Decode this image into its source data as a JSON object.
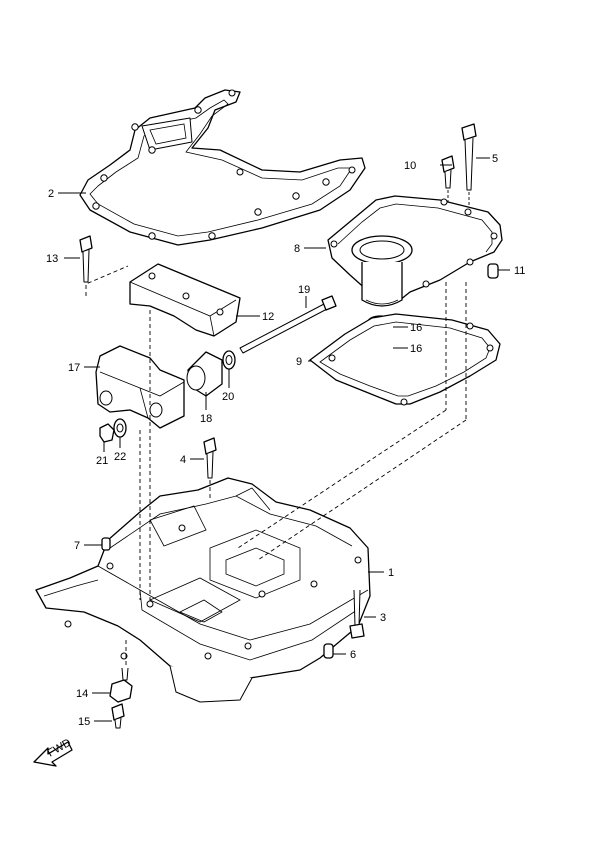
{
  "callouts": [
    {
      "id": "1",
      "text": "1"
    },
    {
      "id": "2",
      "text": "2"
    },
    {
      "id": "3",
      "text": "3"
    },
    {
      "id": "4",
      "text": "4"
    },
    {
      "id": "5",
      "text": "5"
    },
    {
      "id": "6",
      "text": "6"
    },
    {
      "id": "7",
      "text": "7"
    },
    {
      "id": "8",
      "text": "8"
    },
    {
      "id": "9",
      "text": "9"
    },
    {
      "id": "10",
      "text": "10"
    },
    {
      "id": "11",
      "text": "11"
    },
    {
      "id": "12",
      "text": "12"
    },
    {
      "id": "13",
      "text": "13"
    },
    {
      "id": "14",
      "text": "14"
    },
    {
      "id": "15",
      "text": "15"
    },
    {
      "id": "16a",
      "text": "16"
    },
    {
      "id": "16b",
      "text": "16"
    },
    {
      "id": "17",
      "text": "17"
    },
    {
      "id": "18",
      "text": "18"
    },
    {
      "id": "19",
      "text": "19"
    },
    {
      "id": "20",
      "text": "20"
    },
    {
      "id": "21",
      "text": "21"
    },
    {
      "id": "22",
      "text": "22"
    }
  ],
  "forward_arrow": {
    "text": "FWD"
  }
}
